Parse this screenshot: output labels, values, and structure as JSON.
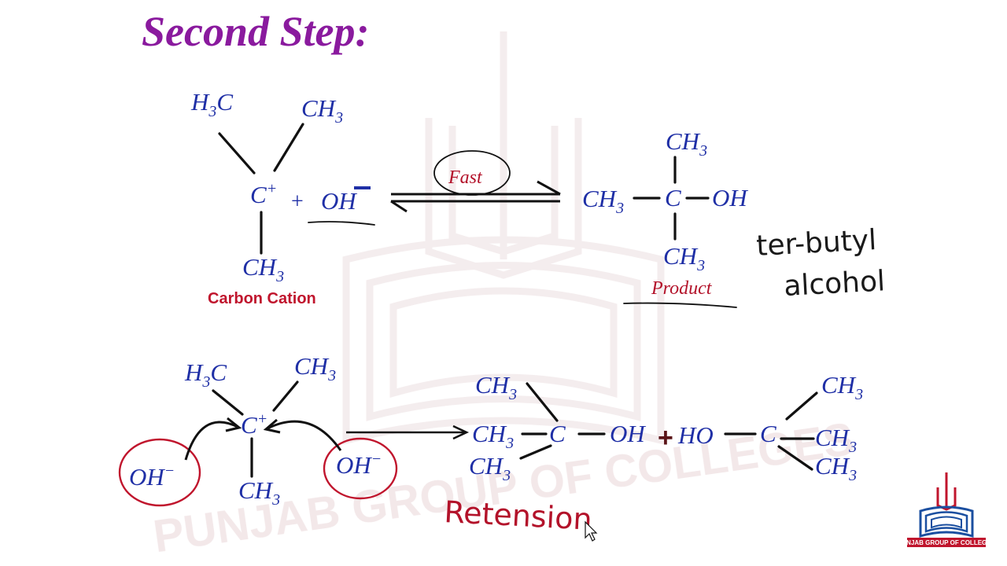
{
  "title": "Second Step:",
  "labels": {
    "h3c": "H",
    "h3c_sub": "3",
    "h3c_c": "C",
    "ch3": "CH",
    "ch3_sub": "3",
    "c_plus": "C",
    "plus_sign": "+",
    "oh": "OH",
    "minus": "−",
    "c": "C",
    "ho": "HO",
    "fast": "Fast",
    "product": "Product",
    "carbon_cation": "Carbon Cation",
    "ter_butyl": "ter-butyl",
    "alcohol": "alcohol",
    "retension": "Retension"
  },
  "watermark": {
    "text": "PUNJAB GROUP OF COLLEGES"
  },
  "logo": {
    "text": "PUNJAB GROUP OF COLLEGES"
  },
  "colors": {
    "title": "#8a1a9e",
    "chem_text": "#1f2fa6",
    "red_annotation": "#c0152d",
    "watermark": "#e9d6d8",
    "logo_blue": "#1b4fa0",
    "logo_red": "#c0152d"
  }
}
